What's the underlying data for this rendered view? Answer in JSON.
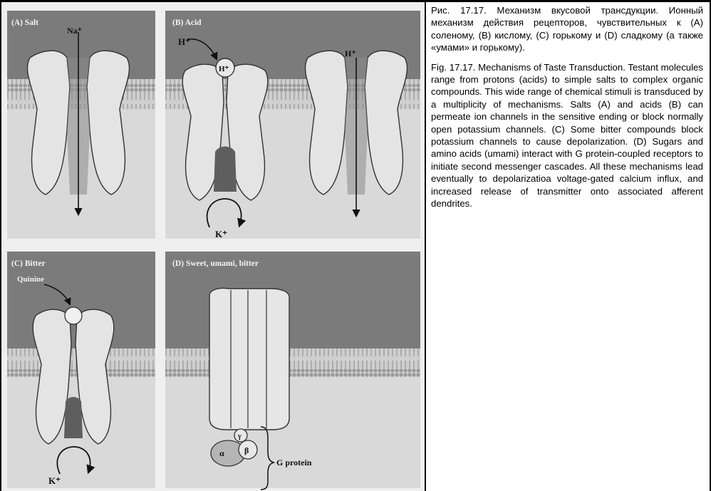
{
  "caption": {
    "russian": "Рис. 17.17. Механизм вкусовой трансдукции. Ионный механизм действия рецепторов, чувствительных к (А) соленому, (B) кислому, (C) горькому и (D) сладкому (а также «умами» и горькому).",
    "english": "Fig. 17.17. Mechanisms of Taste Transduction. Testant molecules range from protons (acids) to simple salts to complex organic compounds. This wide range of chemical stimuli is transduced by a multiplicity of mechanisms. Salts (A) and acids (B) can permeate ion channels in the sensitive ending or block normally open potassium channels. (C) Some bitter compounds block potassium channels to cause depolarization. (D) Sugars and amino acids (umami) interact with G protein-coupled receptors to initiate second messenger cascades. All these mechanisms lead eventually to depolarizatioa voltage-gated calcium influx, and increased release of transmitter onto associated afferent dendrites."
  },
  "figure": {
    "panels": [
      {
        "label": "(A) Salt",
        "ions": [
          "Na⁺"
        ]
      },
      {
        "label": "(B) Acid",
        "ions": [
          "H⁺",
          "H⁺",
          "K⁺",
          "H⁺"
        ]
      },
      {
        "label": "(C) Bitter",
        "ligand": "Quinine",
        "ions": [
          "K⁺"
        ]
      },
      {
        "label": "(D) Sweet, umami, bitter",
        "subunits": [
          "α",
          "β",
          "γ"
        ],
        "complex_label": "G protein"
      }
    ]
  }
}
